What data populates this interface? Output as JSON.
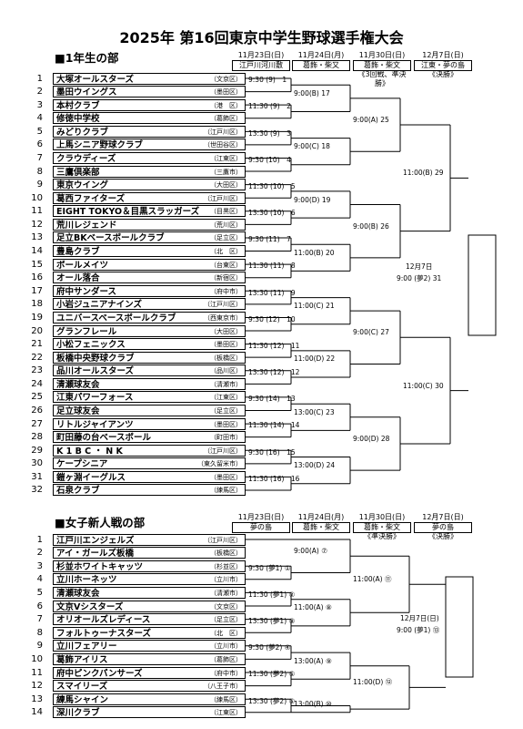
{
  "title": "2025年 第16回東京中学生野球選手権大会",
  "section1": {
    "heading": "■1年生の部",
    "headers": [
      {
        "date": "11月23日(日)",
        "venue": "江戸川河川敷"
      },
      {
        "date": "11月24日(月)",
        "venue": "葛飾・柴又"
      },
      {
        "date": "11月30日(日)",
        "venue": "葛飾・柴文",
        "note": "《3回戦、準決勝》"
      },
      {
        "date": "12月7日(日)",
        "venue": "江東・夢の島",
        "note": "《決勝》"
      }
    ],
    "teams": [
      {
        "no": "1",
        "name": "大塚オールスターズ",
        "place": "（文京区）"
      },
      {
        "no": "2",
        "name": "墨田ウイングス",
        "place": "（墨田区）"
      },
      {
        "no": "3",
        "name": "本村クラブ",
        "place": "（港　区）"
      },
      {
        "no": "4",
        "name": "修徳中学校",
        "place": "（葛飾区）"
      },
      {
        "no": "5",
        "name": "みどりクラブ",
        "place": "（江戸川区）"
      },
      {
        "no": "6",
        "name": "上馬シニア野球クラブ",
        "place": "（世田谷区）"
      },
      {
        "no": "7",
        "name": "クラウディーズ",
        "place": "（江東区）"
      },
      {
        "no": "8",
        "name": "三鷹倶楽部",
        "place": "（三鷹市）"
      },
      {
        "no": "9",
        "name": "東京ウイング",
        "place": "（大田区）"
      },
      {
        "no": "10",
        "name": "葛西ファイターズ",
        "place": "（江戸川区）"
      },
      {
        "no": "11",
        "name": "EIGHT TOKYO＆目黒スラッガーズ",
        "place": "（目黒区）"
      },
      {
        "no": "12",
        "name": "荒川レジェンド",
        "place": "（荒川区）"
      },
      {
        "no": "13",
        "name": "足立BKベースボールクラブ",
        "place": "（足立区）"
      },
      {
        "no": "14",
        "name": "豊島クラブ",
        "place": "（北　区）"
      },
      {
        "no": "15",
        "name": "ボールメイツ",
        "place": "（台東区）"
      },
      {
        "no": "16",
        "name": "オール落合",
        "place": "（新宿区）"
      },
      {
        "no": "17",
        "name": "府中サンダース",
        "place": "（府中市）"
      },
      {
        "no": "18",
        "name": "小岩ジュニアナインズ",
        "place": "（江戸川区）"
      },
      {
        "no": "19",
        "name": "ユニバースベースボールクラブ",
        "place": "（西東京市）"
      },
      {
        "no": "20",
        "name": "グランフレール",
        "place": "（大田区）"
      },
      {
        "no": "21",
        "name": "小松フェニックス",
        "place": "（墨田区）"
      },
      {
        "no": "22",
        "name": "板橋中央野球クラブ",
        "place": "（板橋区）"
      },
      {
        "no": "23",
        "name": "品川オールスターズ",
        "place": "（品川区）"
      },
      {
        "no": "24",
        "name": "清瀬球友会",
        "place": "（清瀬市）"
      },
      {
        "no": "25",
        "name": "江東パワーフォース",
        "place": "（江東区）"
      },
      {
        "no": "26",
        "name": "足立球友会",
        "place": "（足立区）"
      },
      {
        "no": "27",
        "name": "リトルジャイアンツ",
        "place": "（墨田区）"
      },
      {
        "no": "28",
        "name": "町田藤の台ベースボール",
        "place": "（町田市）"
      },
      {
        "no": "29",
        "name": "K 1 B C ・ N K",
        "place": "（江戸川区）"
      },
      {
        "no": "30",
        "name": "ケープシニア",
        "place": "（東久留米市）"
      },
      {
        "no": "31",
        "name": "鎧ヶ淵イーグルス",
        "place": "（墨田区）"
      },
      {
        "no": "32",
        "name": "石泉クラブ",
        "place": "（練馬区）"
      }
    ],
    "r1": [
      "9:30 (9)　1",
      "11:30 (9)　2",
      "13:30 (9)　3",
      "9:30 (10)　4",
      "11:30 (10)　5",
      "13:30 (10)　6",
      "9:30 (11)　7",
      "11:30 (11)　8",
      "13:30 (11)　9",
      "9:30 (12)　10",
      "11:30 (12)　11",
      "13:30 (12)　12",
      "9:30 (14)　13",
      "11:30 (14)　14",
      "9:30 (16)　15",
      "11:30 (16)　16"
    ],
    "r2": [
      "9:00(B) 17",
      "9:00(C) 18",
      "9:00(D) 19",
      "11:00(B) 20",
      "11:00(C) 21",
      "11:00(D) 22",
      "13:00(C) 23",
      "13:00(D) 24"
    ],
    "r3": [
      "9:00(A) 25",
      "9:00(B) 26",
      "9:00(C) 27",
      "9:00(D) 28"
    ],
    "sf": [
      "11:00(B) 29",
      "11:00(C) 30"
    ],
    "final": {
      "date": "12月7日",
      "label": "9:00 (夢2) 31"
    }
  },
  "section2": {
    "heading": "■女子新人戦の部",
    "headers": [
      {
        "date": "11月23日(日)",
        "venue": "夢の島"
      },
      {
        "date": "11月24日(月)",
        "venue": "葛飾・柴文"
      },
      {
        "date": "11月30日(日)",
        "venue": "葛飾・柴文",
        "note": "《準決勝》"
      },
      {
        "date": "12月7日(日)",
        "venue": "夢の島",
        "note": "《決勝》"
      }
    ],
    "teams": [
      {
        "no": "1",
        "name": "江戸川エンジェルズ",
        "place": "（江戸川区）"
      },
      {
        "no": "2",
        "name": "アイ・ガールズ板橋",
        "place": "（板橋区）"
      },
      {
        "no": "3",
        "name": "杉並ホワイトキャッツ",
        "place": "（杉並区）"
      },
      {
        "no": "4",
        "name": "立川ホーネッツ",
        "place": "（立川市）"
      },
      {
        "no": "5",
        "name": "清瀬球友会",
        "place": "（清瀬市）"
      },
      {
        "no": "6",
        "name": "文京Vシスターズ",
        "place": "（文京区）"
      },
      {
        "no": "7",
        "name": "オリオールズレディース",
        "place": "（足立区）"
      },
      {
        "no": "8",
        "name": "フォルトゥーナスターズ",
        "place": "（北　区）"
      },
      {
        "no": "9",
        "name": "立川フェアリー",
        "place": "（立川市）"
      },
      {
        "no": "10",
        "name": "葛飾アイリス",
        "place": "（葛飾区）"
      },
      {
        "no": "11",
        "name": "府中ピンクパンサーズ",
        "place": "（府中市）"
      },
      {
        "no": "12",
        "name": "スマイリーズ",
        "place": "（八王子市）"
      },
      {
        "no": "13",
        "name": "練馬シャイン",
        "place": "（練馬区）"
      },
      {
        "no": "14",
        "name": "深川クラブ",
        "place": "（江東区）"
      }
    ],
    "r1": [
      "9:30 (夢1) ①",
      "11:30 (夢1) ②",
      "13:30 (夢1) ③",
      "9:30 (夢2) ④",
      "11:30 (夢2) ⑤",
      "13:30 (夢2) ⑥"
    ],
    "r2": [
      "9:00(A) ⑦",
      "11:00(A) ⑧",
      "13:00(A) ⑨",
      "13:00(B) ⑩"
    ],
    "sf": [
      "11:00(A) ⑪",
      "11:00(D) ⑫"
    ],
    "final": {
      "date": "12月7日(日)",
      "label": "9:00 (夢1) ⑬"
    }
  }
}
